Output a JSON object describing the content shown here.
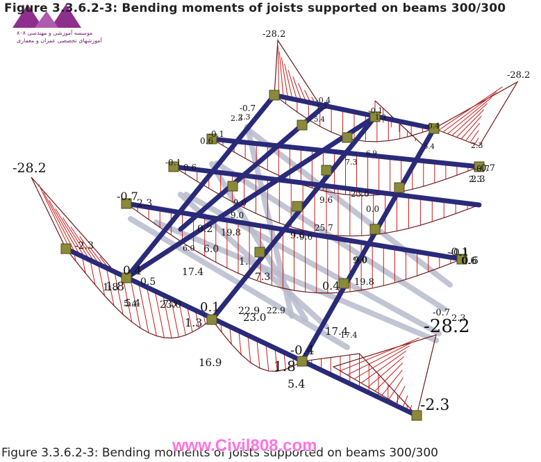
{
  "figure": {
    "title_top": "Figure 3.3.6.2-3: Bending moments of joists supported on beams 300/300",
    "caption": "Figure 3.3.6.2-3: Bending moments of joists supported on beams 300/300",
    "watermark": "www.Civil808.com",
    "logo_line1": "موسسه آموزشی و مهندسی ۸۰۸",
    "logo_line2": "آموزشهای تخصصی عمران و معماری"
  },
  "colors": {
    "beam": "#2a2a7a",
    "joist": "#b8bccc",
    "moment_line": "#cc1a1a",
    "moment_outline": "#6a1818",
    "support": "#8a8a3a",
    "logo": "#8e2f8e"
  },
  "labels": [
    {
      "text": "-28.2",
      "size": 19
    },
    {
      "text": "-28.2",
      "size": 13
    },
    {
      "text": "-28.2",
      "size": 13
    },
    {
      "text": "-28.2",
      "size": 26
    },
    {
      "text": "-2.3",
      "size": 14
    },
    {
      "text": "-2.3",
      "size": 22
    },
    {
      "text": "0.4",
      "size": 17
    },
    {
      "text": "1.8",
      "size": 17
    },
    {
      "text": "0.5",
      "size": 14
    },
    {
      "text": "5.4",
      "size": 14
    },
    {
      "text": "0.1",
      "size": 18
    },
    {
      "text": "1.3",
      "size": 16
    },
    {
      "text": "16.9",
      "size": 15
    },
    {
      "text": "-0.4",
      "size": 18
    },
    {
      "text": "1.8",
      "size": 20
    },
    {
      "text": "5.4",
      "size": 16
    },
    {
      "text": "17.4",
      "size": 14
    },
    {
      "text": "23.0",
      "size": 14
    },
    {
      "text": "23.0",
      "size": 15
    },
    {
      "text": "22.9",
      "size": 14
    },
    {
      "text": "7.3",
      "size": 14
    },
    {
      "text": "6.0",
      "size": 14
    },
    {
      "text": "17.4",
      "size": 15
    },
    {
      "text": "0.4",
      "size": 16
    },
    {
      "text": "19.8",
      "size": 13
    },
    {
      "text": "9.0",
      "size": 13
    },
    {
      "text": "-0.7",
      "size": 16
    },
    {
      "text": "2.3",
      "size": 14
    },
    {
      "text": "-0.1",
      "size": 16
    },
    {
      "text": "0.6",
      "size": 15
    },
    {
      "text": "-0.7",
      "size": 13
    },
    {
      "text": "2.3",
      "size": 13
    },
    {
      "text": "0.2",
      "size": 14
    },
    {
      "text": "19.8",
      "size": 13
    },
    {
      "text": "9.6",
      "size": 13
    },
    {
      "text": "-0.1",
      "size": 14
    },
    {
      "text": "0.6",
      "size": 14
    },
    {
      "text": "-0.7",
      "size": 13
    },
    {
      "text": "2.3",
      "size": 13
    },
    {
      "text": "-0.4",
      "size": 11
    },
    {
      "text": "-0.1",
      "size": 11
    },
    {
      "text": "-0.4",
      "size": 11
    },
    {
      "text": "-0.7",
      "size": 12
    },
    {
      "text": "2.3",
      "size": 11
    },
    {
      "text": "-0.1",
      "size": 12
    },
    {
      "text": "0.6",
      "size": 12
    },
    {
      "text": "-0.1",
      "size": 12
    },
    {
      "text": "0.6",
      "size": 12
    },
    {
      "text": "-0.7",
      "size": 12
    },
    {
      "text": "2.3",
      "size": 12
    },
    {
      "text": "5.4",
      "size": 10
    },
    {
      "text": "6.9",
      "size": 10
    },
    {
      "text": "5.4",
      "size": 10
    },
    {
      "text": "7.3",
      "size": 11
    },
    {
      "text": "23.0",
      "size": 12
    },
    {
      "text": "9.6",
      "size": 12
    },
    {
      "text": "25.7",
      "size": 12
    },
    {
      "text": "9.0",
      "size": 12
    },
    {
      "text": "9.0",
      "size": 12
    },
    {
      "text": "0.0",
      "size": 12
    },
    {
      "text": "2.3",
      "size": 11
    },
    {
      "text": "2.3",
      "size": 11
    },
    {
      "text": "1.3",
      "size": 10
    },
    {
      "text": "1.3",
      "size": 10
    },
    {
      "text": "1.",
      "size": 14
    },
    {
      "text": "9.6",
      "size": 12
    },
    {
      "text": "22.9",
      "size": 12
    },
    {
      "text": "7.3",
      "size": 12
    },
    {
      "text": "17.4",
      "size": 11
    },
    {
      "text": "9.0",
      "size": 12
    },
    {
      "text": "6.0",
      "size": 11
    },
    {
      "text": "1.8",
      "size": 14
    },
    {
      "text": "5.4",
      "size": 12
    }
  ]
}
